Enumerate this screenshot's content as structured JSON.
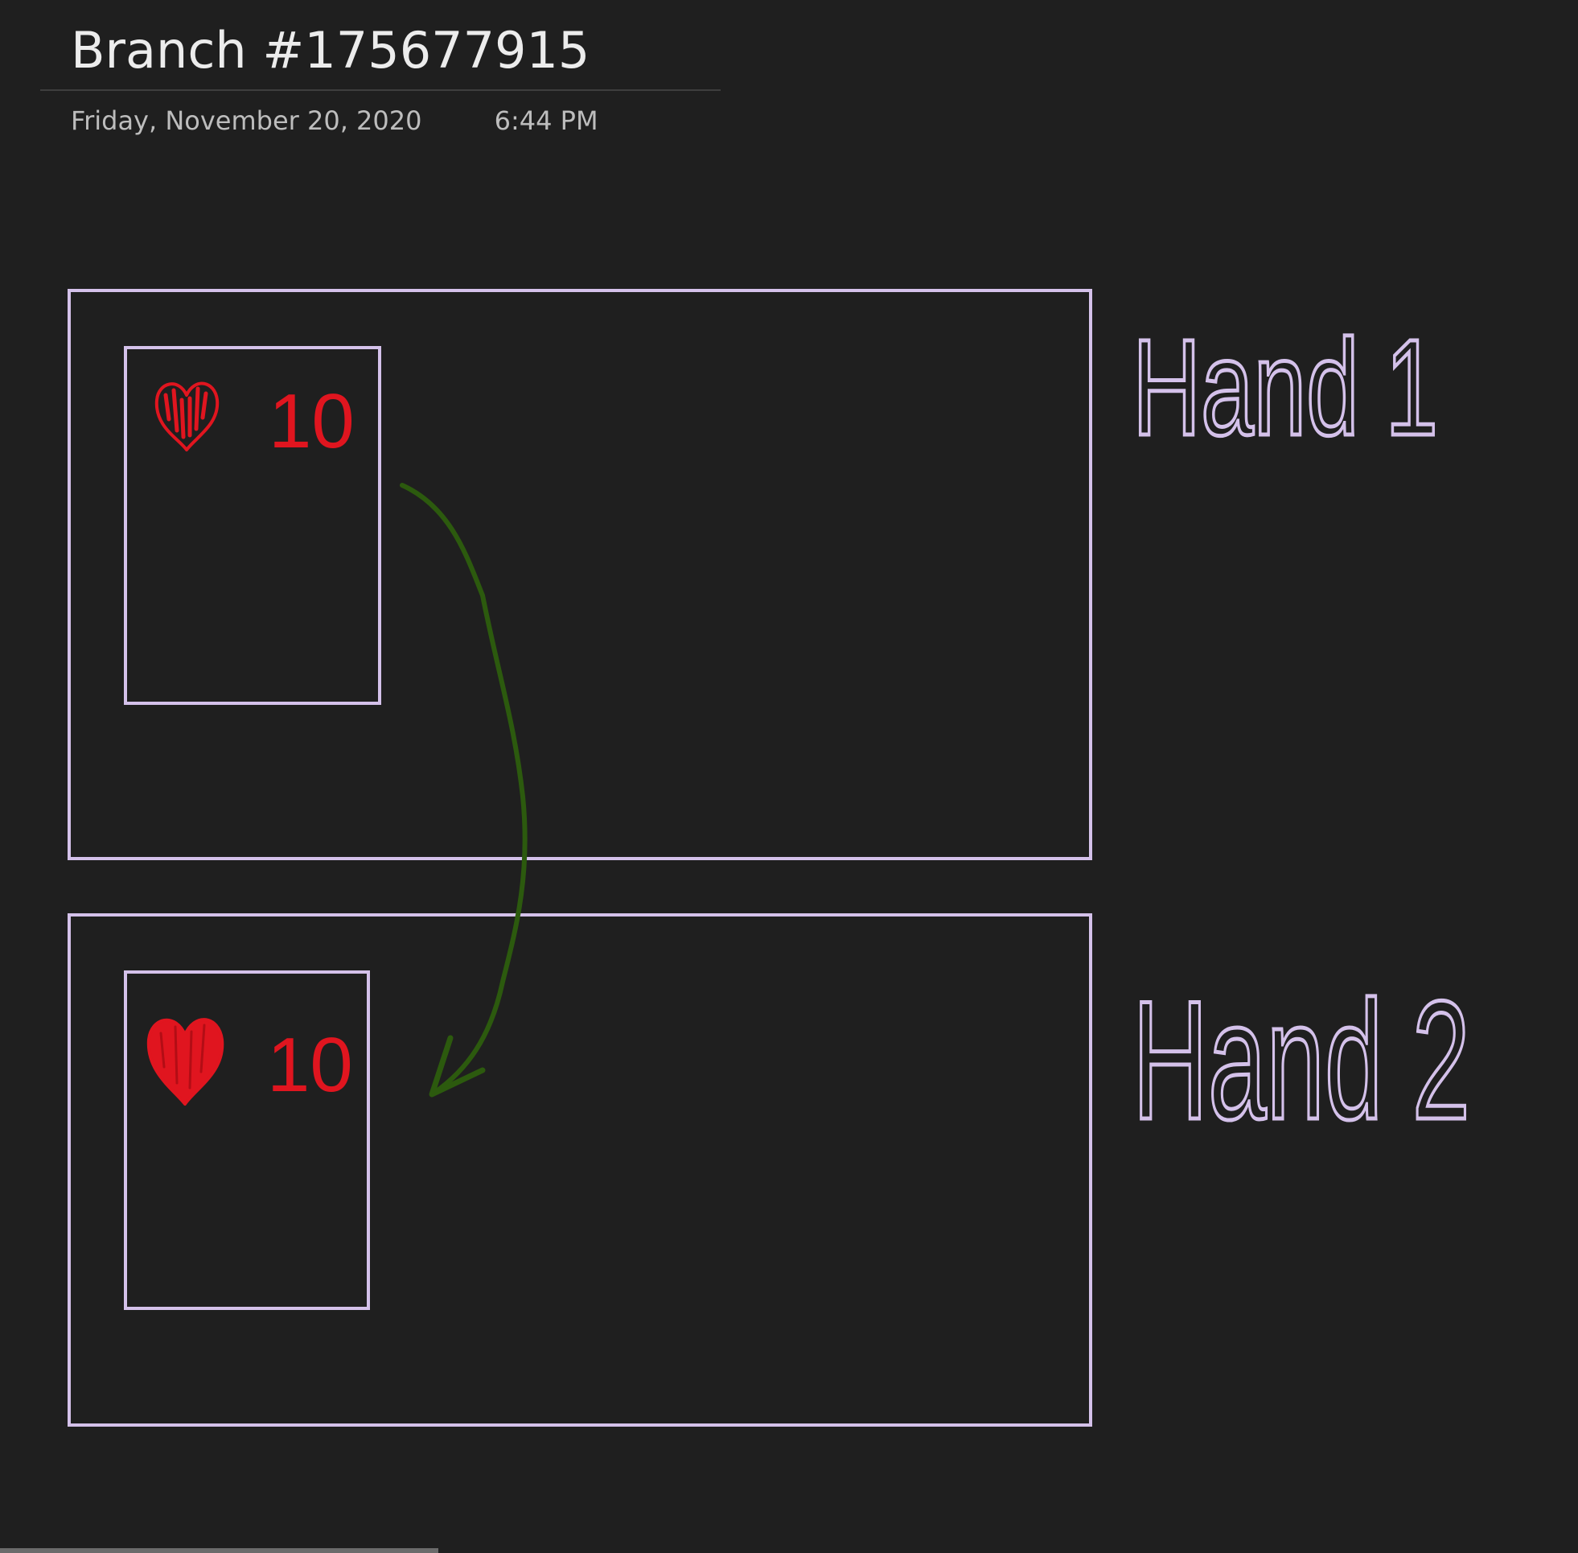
{
  "page": {
    "title": "Branch #175677915",
    "date": "Friday, November 20, 2020",
    "time": "6:44 PM"
  },
  "hands": [
    {
      "label": "Hand 1",
      "card": {
        "suit": "heart",
        "rank": "10"
      }
    },
    {
      "label": "Hand 2",
      "card": {
        "suit": "heart",
        "rank": "10"
      }
    }
  ],
  "colors": {
    "background": "#1f1f1f",
    "outline": "#d4c1ea",
    "ink_label": "#d4c1ea",
    "card_ink": "#e0151f",
    "arrow": "#2c5a0e"
  },
  "icons": {
    "suit": "heart-icon",
    "connector": "arrow-icon"
  }
}
